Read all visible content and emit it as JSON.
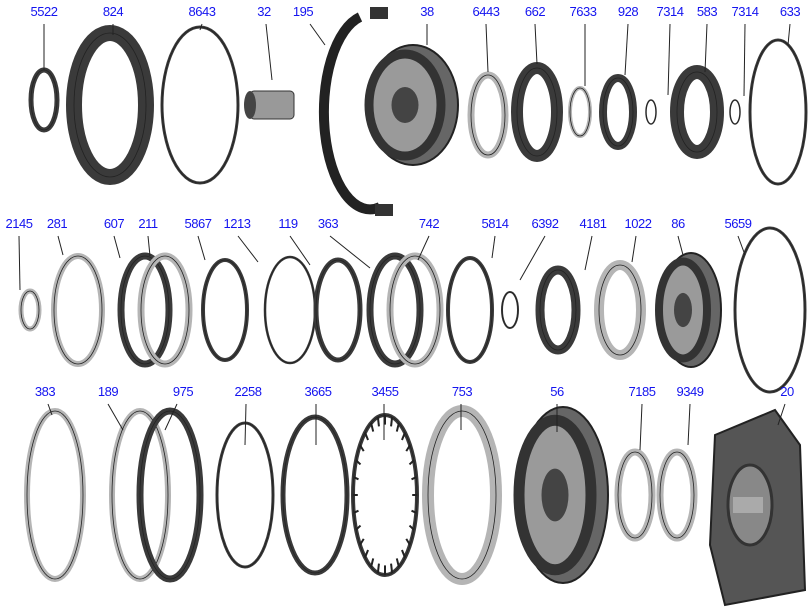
{
  "colors": {
    "label": "#1414f0",
    "leader": "#222222",
    "dark_part": "#3a3a3a",
    "light_part": "#b5b5b5"
  },
  "parts": [
    {
      "label": "5522"
    },
    {
      "label": "824"
    },
    {
      "label": "8643"
    },
    {
      "label": "32"
    },
    {
      "label": "195"
    },
    {
      "label": "38"
    },
    {
      "label": "6443"
    },
    {
      "label": "662"
    },
    {
      "label": "7633"
    },
    {
      "label": "928"
    },
    {
      "label": "7314"
    },
    {
      "label": "583"
    },
    {
      "label": "7314"
    },
    {
      "label": "633"
    },
    {
      "label": "2145"
    },
    {
      "label": "281"
    },
    {
      "label": "607"
    },
    {
      "label": "211"
    },
    {
      "label": "5867"
    },
    {
      "label": "1213"
    },
    {
      "label": "119"
    },
    {
      "label": "363"
    },
    {
      "label": "742"
    },
    {
      "label": "5814"
    },
    {
      "label": "6392"
    },
    {
      "label": "4181"
    },
    {
      "label": "1022"
    },
    {
      "label": "86"
    },
    {
      "label": "5659"
    },
    {
      "label": "383"
    },
    {
      "label": "189"
    },
    {
      "label": "975"
    },
    {
      "label": "2258"
    },
    {
      "label": "3665"
    },
    {
      "label": "3455"
    },
    {
      "label": "753"
    },
    {
      "label": "56"
    },
    {
      "label": "7185"
    },
    {
      "label": "9349"
    },
    {
      "label": "20"
    }
  ]
}
